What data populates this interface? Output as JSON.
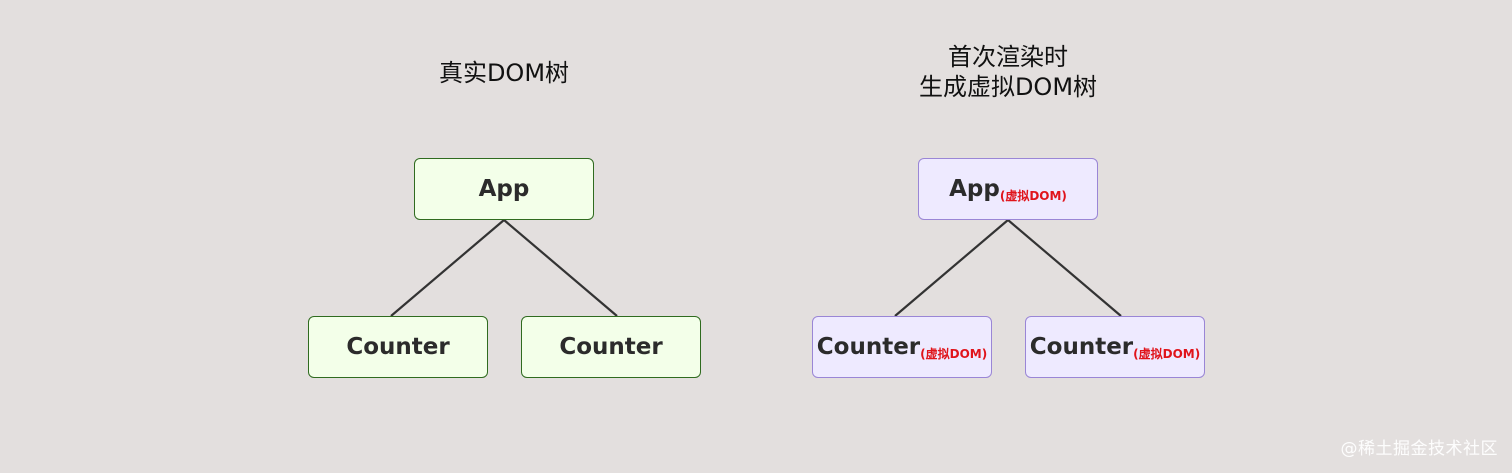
{
  "left_panel": {
    "title": "真实DOM树",
    "root": {
      "label": "App"
    },
    "children": [
      {
        "label": "Counter"
      },
      {
        "label": "Counter"
      }
    ]
  },
  "right_panel": {
    "title_line1": "首次渲染时",
    "title_line2": "生成虚拟DOM树",
    "root": {
      "label": "App",
      "tag": "(虚拟DOM)"
    },
    "children": [
      {
        "label": "Counter",
        "tag": "(虚拟DOM)"
      },
      {
        "label": "Counter",
        "tag": "(虚拟DOM)"
      }
    ]
  },
  "watermark": "@稀土掘金技术社区",
  "colors": {
    "background": "#e3dfde",
    "real_fill": "#f3ffe9",
    "real_border": "#2f6b1f",
    "virtual_fill": "#eeeaff",
    "virtual_border": "#9a86d6",
    "tag_text": "#e0141b",
    "edge": "#333333"
  }
}
